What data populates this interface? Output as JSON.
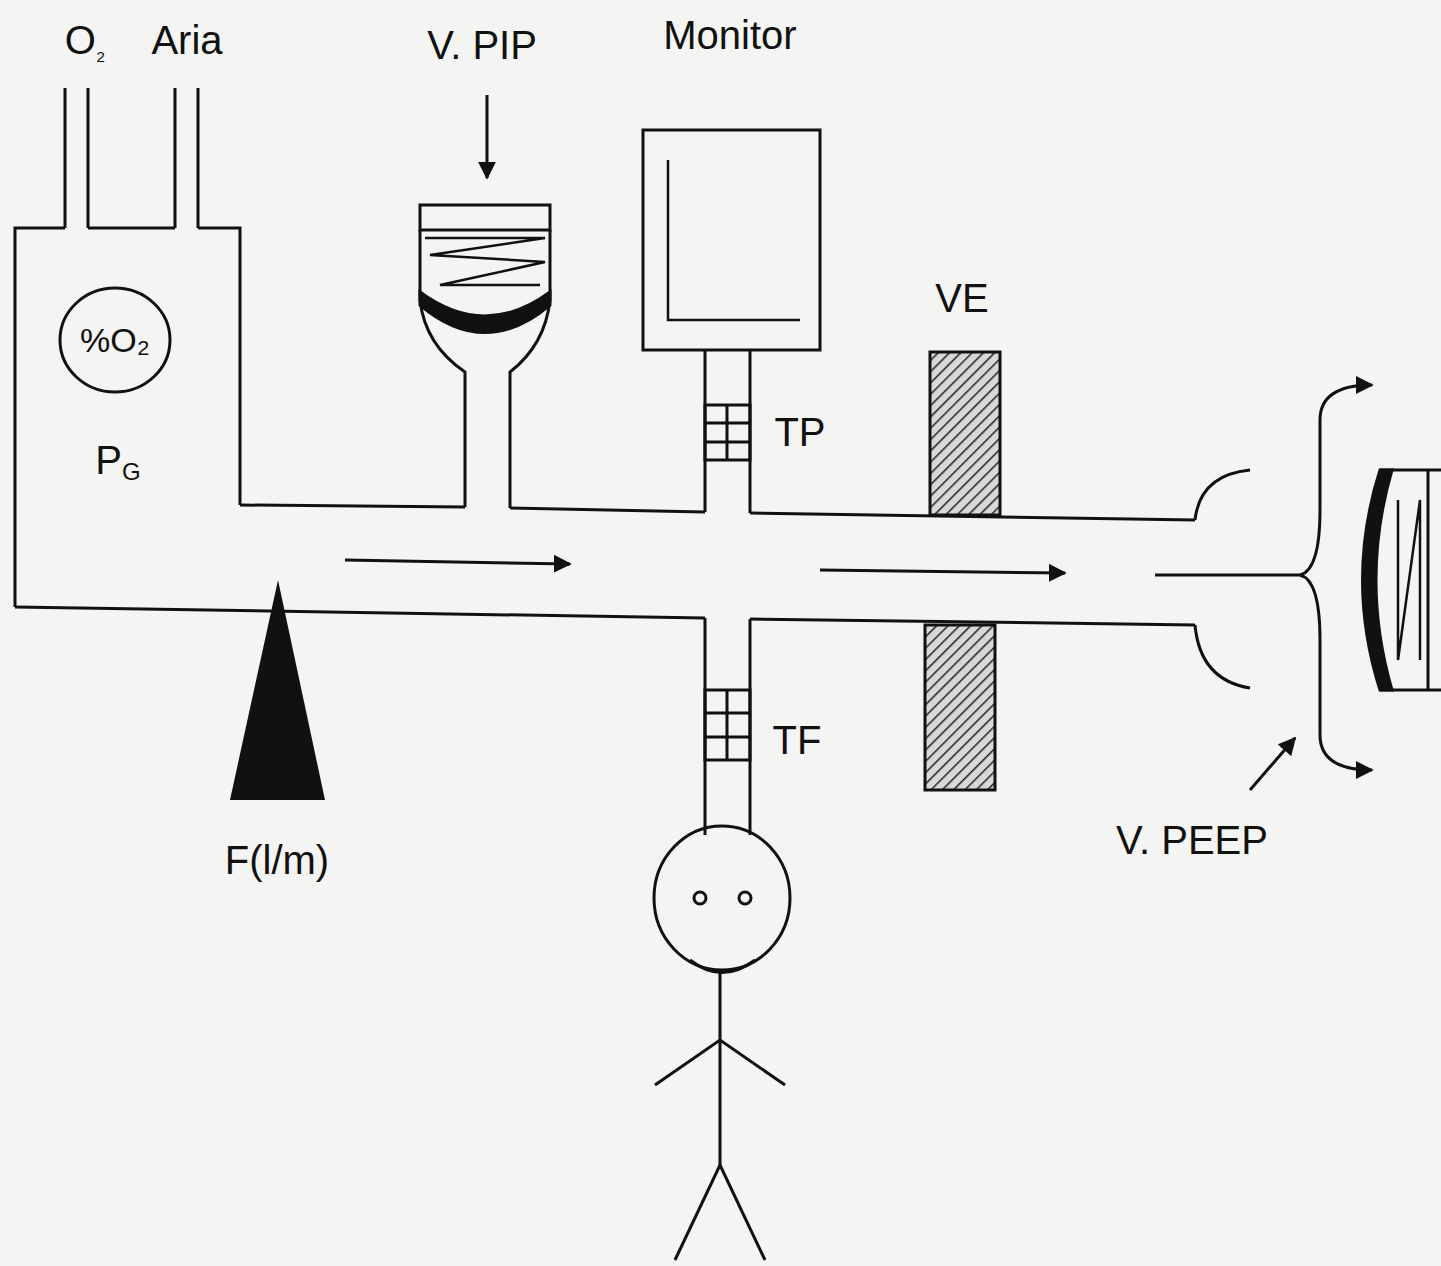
{
  "diagram": {
    "nodes": [
      {
        "text": [
          "%O₂"
        ]
      },
      {
        "text": [
          "Monitor"
        ]
      }
    ],
    "labels": [
      "O₂",
      "Aria",
      "PG",
      "V. PIP",
      "TP",
      "VE",
      "TF",
      "F(l/m)",
      "V. PEEP"
    ]
  }
}
